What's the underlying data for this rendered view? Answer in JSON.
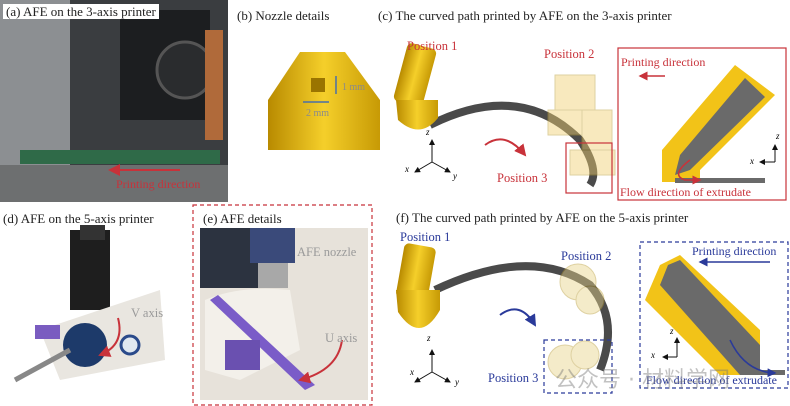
{
  "panels": {
    "a": {
      "title": "(a) AFE on the 3-axis printer",
      "annotation": "Printing direction"
    },
    "b": {
      "title": "(b) Nozzle details",
      "dim_height": "1 mm",
      "dim_width": "2 mm"
    },
    "c": {
      "title": "(c) The curved path printed by AFE on the 3-axis printer",
      "position1": "Position 1",
      "position2": "Position 2",
      "position3": "Position 3",
      "axis_x": "x",
      "axis_y": "y",
      "axis_z": "z",
      "inset_printing": "Printing direction",
      "inset_flow": "Flow direction of extrudate"
    },
    "d": {
      "title": "(d) AFE on the 5-axis printer",
      "axis_label": "V axis"
    },
    "e": {
      "title": "(e) AFE details",
      "nozzle_label": "AFE nozzle",
      "axis_label": "U axis"
    },
    "f": {
      "title": "(f) The curved path printed by AFE on the 5-axis printer",
      "position1": "Position 1",
      "position2": "Position 2",
      "position3": "Position 3",
      "axis_x": "x",
      "axis_y": "y",
      "axis_z": "z",
      "inset_printing": "Printing direction",
      "inset_flow": "Flow direction of extrudate"
    }
  },
  "watermark": "公众号 · 材料学网",
  "colors": {
    "red": "#c8323a",
    "blue": "#2a3a9a",
    "gold": "#f2c318",
    "filament": "#555555"
  }
}
